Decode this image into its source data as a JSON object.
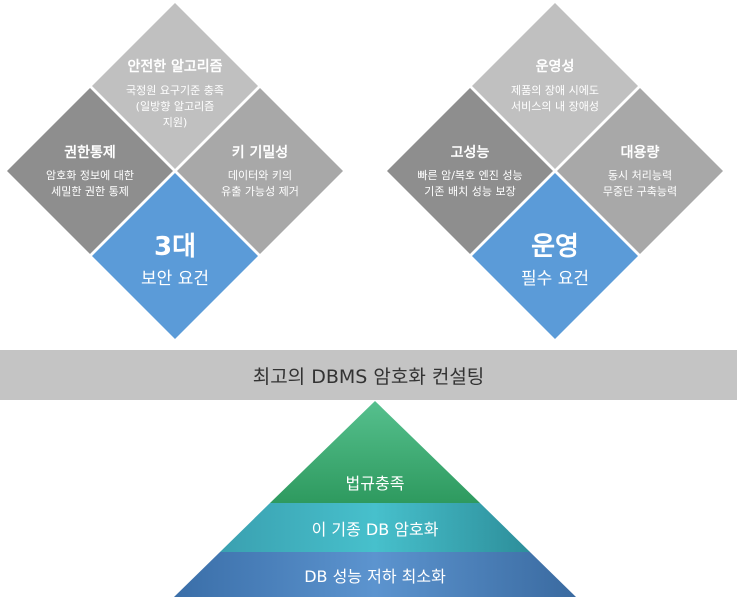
{
  "security": {
    "top": {
      "title": "안전한 알고리즘",
      "lines": [
        "국정원 요구기준 충족",
        "(일방향 알고리즘",
        "지원)"
      ]
    },
    "left": {
      "title": "권한통제",
      "lines": [
        "암호화 정보에 대한",
        "세밀한 권한 통제"
      ]
    },
    "right": {
      "title": "키 기밀성",
      "lines": [
        "데이터와 키의",
        "유출 가능성 제거"
      ]
    },
    "center": {
      "big": "3대",
      "sub": "보안 요건"
    }
  },
  "operation": {
    "top": {
      "title": "운영성",
      "lines": [
        "제품의 장애 시에도",
        "서비스의 내 장애성"
      ]
    },
    "left": {
      "title": "고성능",
      "lines": [
        "빠른 암/복호 엔진 성능",
        "기존 배치 성능 보장"
      ]
    },
    "right": {
      "title": "대용량",
      "lines": [
        "동시 처리능력",
        "무중단 구축능력"
      ]
    },
    "center": {
      "big": "운영",
      "sub": "필수 요건"
    }
  },
  "banner": "최고의 DBMS 암호화 컨설팅",
  "pyramid": [
    "법규충족",
    "이 기종 DB 암호화",
    "DB 성능 저하 최소화"
  ],
  "colors": {
    "top": "#c0c0c0",
    "left": "#8e8e8e",
    "right": "#a8a8a8",
    "accent": "#5b9bd8",
    "green": "#3aa56f",
    "teal": "#37aebb",
    "blue": "#4a80bd"
  }
}
